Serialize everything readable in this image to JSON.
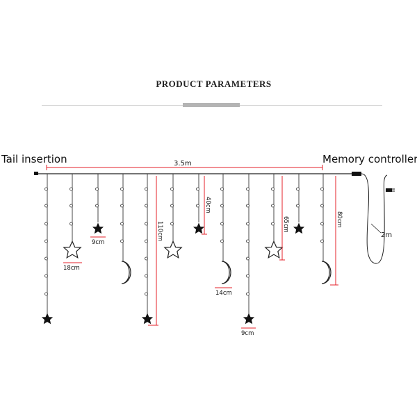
{
  "header": {
    "title": "PRODUCT PARAMETERS"
  },
  "labels": {
    "tail_insertion": "Tail insertion",
    "memory_controller": "Memory controller",
    "main_length": "3.5m",
    "cable_length": "2m"
  },
  "dimensions": {
    "star_small_a": "9cm",
    "star_outline": "18cm",
    "strand_110": "110cm",
    "strand_40": "40cm",
    "moon_width": "14cm",
    "star_small_b": "9cm",
    "strand_65": "65cm",
    "strand_80": "80cm"
  },
  "colors": {
    "dimension_red": "#e4202a",
    "wire": "#222222"
  }
}
